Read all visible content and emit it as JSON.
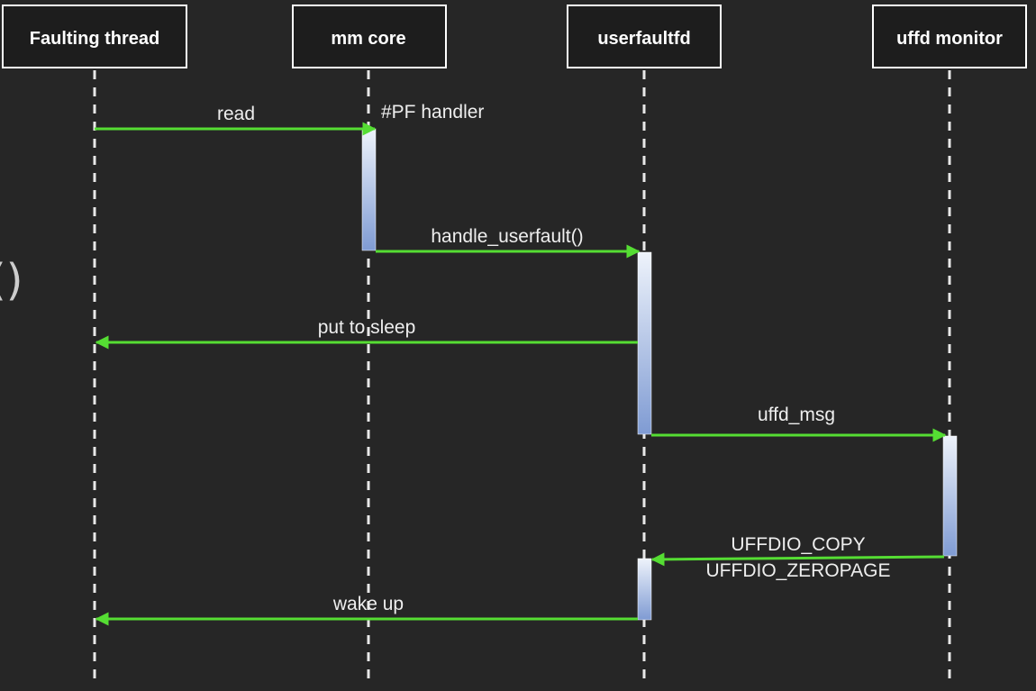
{
  "edge_glyph": "()",
  "colors": {
    "background": "#262626",
    "actor_border": "#ffffff",
    "lifeline": "#e8e8e8",
    "message": "#55dd33",
    "activation_top": "#eef3fb",
    "activation_bottom": "#7f9bd3"
  },
  "actors": [
    {
      "id": "faulting-thread",
      "label": "Faulting thread"
    },
    {
      "id": "mm-core",
      "label": "mm core"
    },
    {
      "id": "userfaultfd",
      "label": "userfaultfd"
    },
    {
      "id": "uffd-monitor",
      "label": "uffd monitor"
    }
  ],
  "messages": [
    {
      "id": "read",
      "from": "faulting-thread",
      "to": "mm-core",
      "label": "read"
    },
    {
      "id": "handle-userfault",
      "from": "mm-core",
      "to": "userfaultfd",
      "label": "handle_userfault()"
    },
    {
      "id": "put-to-sleep",
      "from": "userfaultfd",
      "to": "faulting-thread",
      "label": "put to sleep"
    },
    {
      "id": "uffd-msg",
      "from": "userfaultfd",
      "to": "uffd-monitor",
      "label": "uffd_msg"
    },
    {
      "id": "uffdio",
      "from": "uffd-monitor",
      "to": "userfaultfd",
      "label": "UFFDIO_COPY",
      "label2": "UFFDIO_ZEROPAGE"
    },
    {
      "id": "wake-up",
      "from": "userfaultfd",
      "to": "faulting-thread",
      "label": "wake up"
    }
  ],
  "notes": [
    {
      "id": "pf-handler",
      "actor": "mm-core",
      "text": "#PF handler"
    }
  ]
}
